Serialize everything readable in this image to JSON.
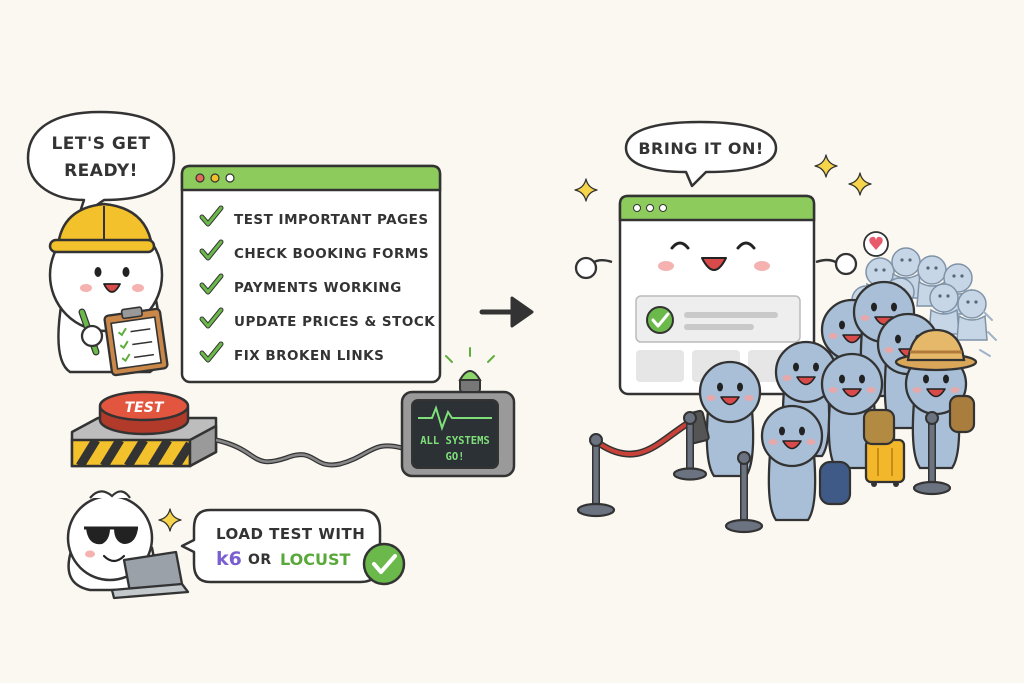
{
  "left_speech_bubble": {
    "line1": "LET'S GET",
    "line2": "READY!"
  },
  "checklist": {
    "items": [
      "TEST IMPORTANT PAGES",
      "CHECK BOOKING FORMS",
      "PAYMENTS WORKING",
      "UPDATE PRICES & STOCK",
      "FIX BROKEN LINKS"
    ]
  },
  "test_button": {
    "label": "TEST"
  },
  "monitor": {
    "line1": "ALL SYSTEMS",
    "line2": "GO!"
  },
  "load_test_bubble": {
    "line1": "LOAD TEST WITH",
    "tool_a": "k6",
    "joiner": "OR",
    "tool_b": "LOCUST"
  },
  "right_speech_bubble": {
    "text": "BRING IT ON!"
  },
  "colors": {
    "outline": "#333333",
    "window_green": "#8dcc5c",
    "check_green": "#5fae3c",
    "hardhat_yellow": "#f3c12b",
    "button_red": "#e2553f",
    "crowd_blue": "#a9bfd8",
    "k6_purple": "#7b5fd0",
    "locust_green": "#58a83a",
    "monitor_text_green": "#7fe07a",
    "background": "#fbf8f1"
  },
  "icons": [
    "check-icon",
    "sparkle-icon",
    "heart-icon",
    "arrow-right-icon",
    "sunglasses-icon",
    "laptop-icon"
  ]
}
